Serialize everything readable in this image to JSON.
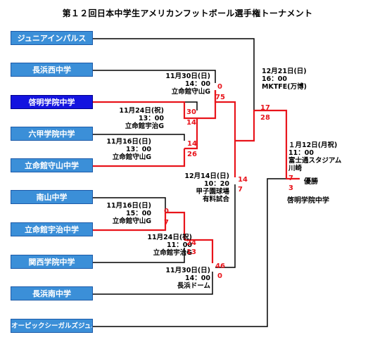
{
  "title": "第１２回日本中学生アメリカンフットボール選手権トーナメント",
  "teams": [
    "ジュニアインパルス",
    "長浜西中学",
    "啓明学院中学",
    "六甲学院中学",
    "立命館守山中学",
    "南山中学",
    "立命館宇治中学",
    "関西学院中学",
    "長浜南中学",
    "オーピックシーガルズジュニア"
  ],
  "games": {
    "g1": [
      "11月16日(日)",
      "13：00",
      "立命館守山G"
    ],
    "g2": [
      "11月24日(祝)",
      "13：00",
      "立命館宇治G"
    ],
    "g3": [
      "11月30日(日)",
      "14：00",
      "立命館守山G"
    ],
    "g4": [
      "11月16日(日)",
      "15：00",
      "立命館守山G"
    ],
    "g5": [
      "11月24日(祝)",
      "11：00",
      "立命館宇治G"
    ],
    "g6": [
      "11月30日(日)",
      "14：00",
      "長浜ドーム"
    ],
    "g7": [
      "12月14日(日)",
      "10：20",
      "甲子園球場",
      "有料試合"
    ],
    "g8": [
      "12月21日(日)",
      "16：00",
      "MKTFE(万博)"
    ],
    "g9": [
      "１月12日(月祝)",
      "11：00",
      "富士通スタジアム",
      "川崎"
    ]
  },
  "scores": {
    "g1": [
      "14",
      "26"
    ],
    "g2": [
      "30",
      "14"
    ],
    "g3": [
      "0",
      "75"
    ],
    "g4": [
      "0",
      "7"
    ],
    "g5": [
      "24",
      "13"
    ],
    "g6": [
      "46",
      "0"
    ],
    "g7": [
      "14",
      "7"
    ],
    "g8": [
      "17",
      "28"
    ],
    "g9": [
      "7",
      "3"
    ]
  },
  "champion_label": "優勝",
  "champion_team": "啓明学院中学",
  "colors": {
    "team_box": "#3b8fd8",
    "team_highlight": "#1414e0",
    "winner_line": "#e8141b",
    "score": "#e8141b"
  }
}
